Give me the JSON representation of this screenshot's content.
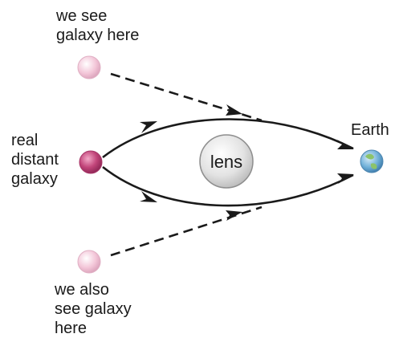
{
  "labels": {
    "top_image": [
      "we see",
      "galaxy here"
    ],
    "real_galaxy": [
      "real",
      "distant",
      "galaxy"
    ],
    "bottom_image": [
      "we also",
      "see galaxy",
      "here"
    ],
    "earth": "Earth",
    "lens": "lens"
  },
  "colors": {
    "real_galaxy": "#c2457a",
    "image_galaxy": "#f3c6d8",
    "lens": "#d6d6d6",
    "earth_ocean": "#6fb0d8",
    "earth_land": "#8cc36a",
    "path_line": "#1a1a1a"
  },
  "icons": {
    "earth": "globe-icon",
    "real_galaxy": "sphere-icon",
    "image_galaxy": "faint-sphere-icon"
  }
}
